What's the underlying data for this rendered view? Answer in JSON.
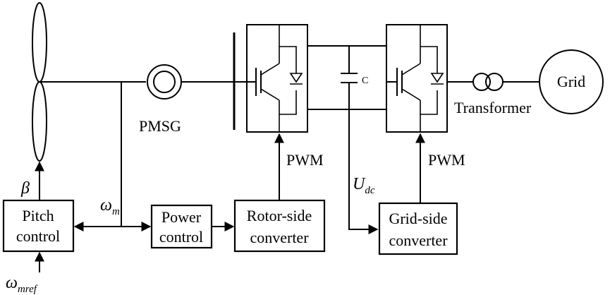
{
  "labels": {
    "pmsg": "PMSG",
    "pwm_rotor": "PWM",
    "pwm_grid": "PWM",
    "capacitor": "C",
    "transformer": "Transformer",
    "grid": "Grid",
    "beta": "β",
    "omega_m": "ω",
    "omega_m_sub": "m",
    "omega_mref": "ω",
    "omega_mref_sub": "mref",
    "udc": "U",
    "udc_sub": "dc"
  },
  "blocks": {
    "pitch_control": [
      "Pitch",
      "control"
    ],
    "power_control": [
      "Power",
      "control"
    ],
    "rotor_side_converter": [
      "Rotor-side",
      "converter"
    ],
    "grid_side_converter": [
      "Grid-side",
      "converter"
    ]
  }
}
